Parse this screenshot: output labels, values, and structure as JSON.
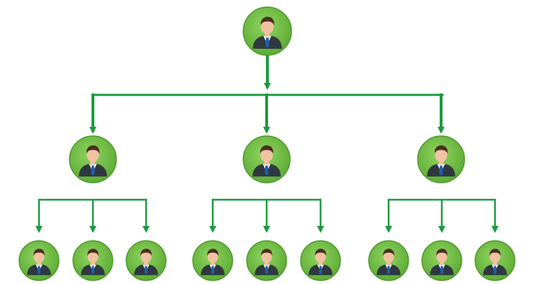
{
  "diagram": {
    "type": "org-chart",
    "levels": 3,
    "branching": [
      1,
      3,
      3
    ],
    "node_icon": "businessman-avatar-icon",
    "colors": {
      "background": "#ffffff",
      "node_fill": "#6fbf44",
      "node_ring": "#4f9a2a",
      "connector": "#1c9a3e",
      "suit": "#2f3840",
      "shirt": "#ffffff",
      "tie": "#1f5fae",
      "skin": "#f0c2a2",
      "hair": "#4a2f1f"
    },
    "nodes": [
      {
        "id": "n0",
        "level": 0,
        "parent": null
      },
      {
        "id": "n1",
        "level": 1,
        "parent": "n0"
      },
      {
        "id": "n2",
        "level": 1,
        "parent": "n0"
      },
      {
        "id": "n3",
        "level": 1,
        "parent": "n0"
      },
      {
        "id": "n4",
        "level": 2,
        "parent": "n1"
      },
      {
        "id": "n5",
        "level": 2,
        "parent": "n1"
      },
      {
        "id": "n6",
        "level": 2,
        "parent": "n1"
      },
      {
        "id": "n7",
        "level": 2,
        "parent": "n2"
      },
      {
        "id": "n8",
        "level": 2,
        "parent": "n2"
      },
      {
        "id": "n9",
        "level": 2,
        "parent": "n2"
      },
      {
        "id": "n10",
        "level": 2,
        "parent": "n3"
      },
      {
        "id": "n11",
        "level": 2,
        "parent": "n3"
      },
      {
        "id": "n12",
        "level": 2,
        "parent": "n3"
      }
    ]
  }
}
